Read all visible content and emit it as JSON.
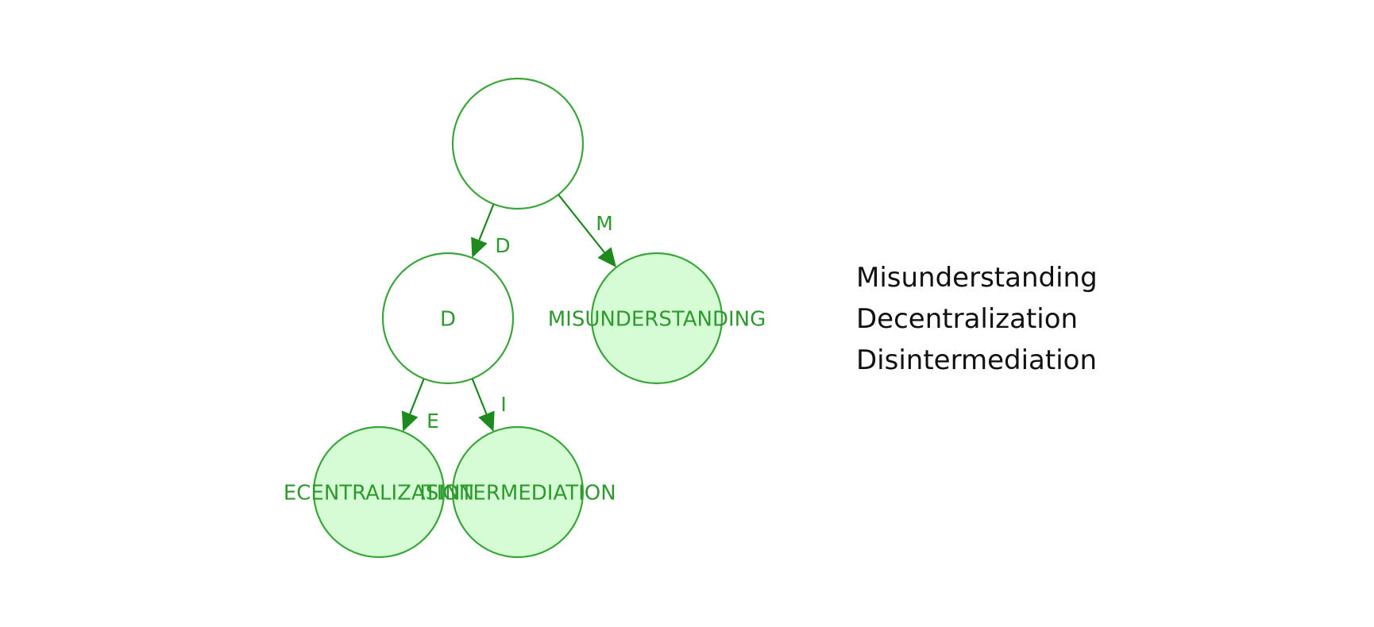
{
  "colors": {
    "node_stroke": "#3aa63a",
    "leaf_fill": "#d6fcd6",
    "internal_fill": "#ffffff",
    "edge": "#1e8a1e",
    "label": "#2e9a2e",
    "word_text": "#111111"
  },
  "diagram": {
    "type": "trie",
    "nodes": [
      {
        "id": "root",
        "label": "",
        "leaf": false
      },
      {
        "id": "d",
        "label": "D",
        "leaf": false
      },
      {
        "id": "m",
        "label": "MISUNDERSTANDING",
        "leaf": true
      },
      {
        "id": "de",
        "label": "ECENTRALIZATION",
        "leaf": true
      },
      {
        "id": "di",
        "label": "ISINTERMEDIATION",
        "leaf": true
      }
    ],
    "edges": [
      {
        "from": "root",
        "to": "d",
        "label": "D"
      },
      {
        "from": "root",
        "to": "m",
        "label": "M"
      },
      {
        "from": "d",
        "to": "de",
        "label": "E"
      },
      {
        "from": "d",
        "to": "di",
        "label": "I"
      }
    ]
  },
  "word_list": [
    "Misunderstanding",
    "Decentralization",
    "Disintermediation"
  ]
}
